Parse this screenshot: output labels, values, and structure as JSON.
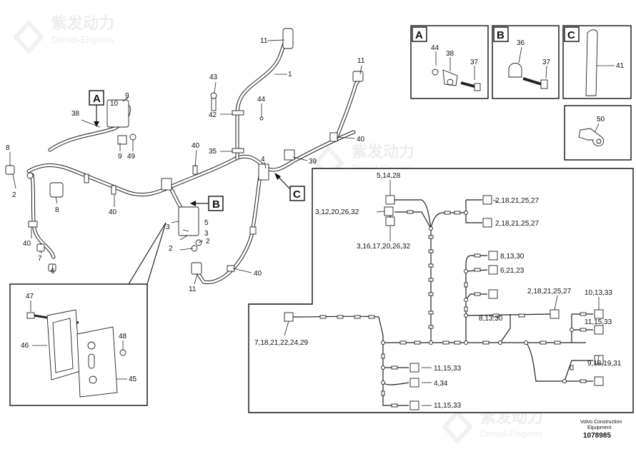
{
  "watermark": {
    "brand_cn": "紫发动力",
    "brand_en": "Diesel-Engines"
  },
  "callouts": {
    "A": "A",
    "B": "B",
    "C": "C"
  },
  "main_labels": [
    "1",
    "2",
    "2",
    "2",
    "3",
    "3",
    "4",
    "5",
    "6",
    "7",
    "8",
    "8",
    "9",
    "9",
    "10",
    "11",
    "11",
    "11",
    "35",
    "38",
    "39",
    "40",
    "40",
    "40",
    "40",
    "40",
    "42",
    "43",
    "44",
    "49"
  ],
  "detail_A": {
    "title": "A",
    "labels": [
      "44",
      "38",
      "37"
    ]
  },
  "detail_B": {
    "title": "B",
    "labels": [
      "36",
      "37"
    ]
  },
  "detail_C": {
    "title": "C",
    "labels": [
      "41"
    ]
  },
  "detail_50": {
    "labels": [
      "50"
    ]
  },
  "detail_plate": {
    "labels": [
      "47",
      "46",
      "48",
      "45"
    ]
  },
  "schematic": {
    "labels": [
      "5,14,28",
      "3,12,20,26,32",
      "3,16,17,20,26,32",
      "2,18,21,25,27",
      "2,18,21,25,27",
      "8,13,30",
      "6,21,23",
      "2,18,21,25,27",
      "10,13,33",
      "8,13,30",
      "11,15,33",
      "7,18,21,22,24,29",
      "9,18,19,31",
      "11,15,33",
      "4,34",
      "11,15,33"
    ]
  },
  "footer": {
    "brand": "Volvo Construction",
    "subtitle": "Equipment",
    "part_number": "1078985"
  }
}
